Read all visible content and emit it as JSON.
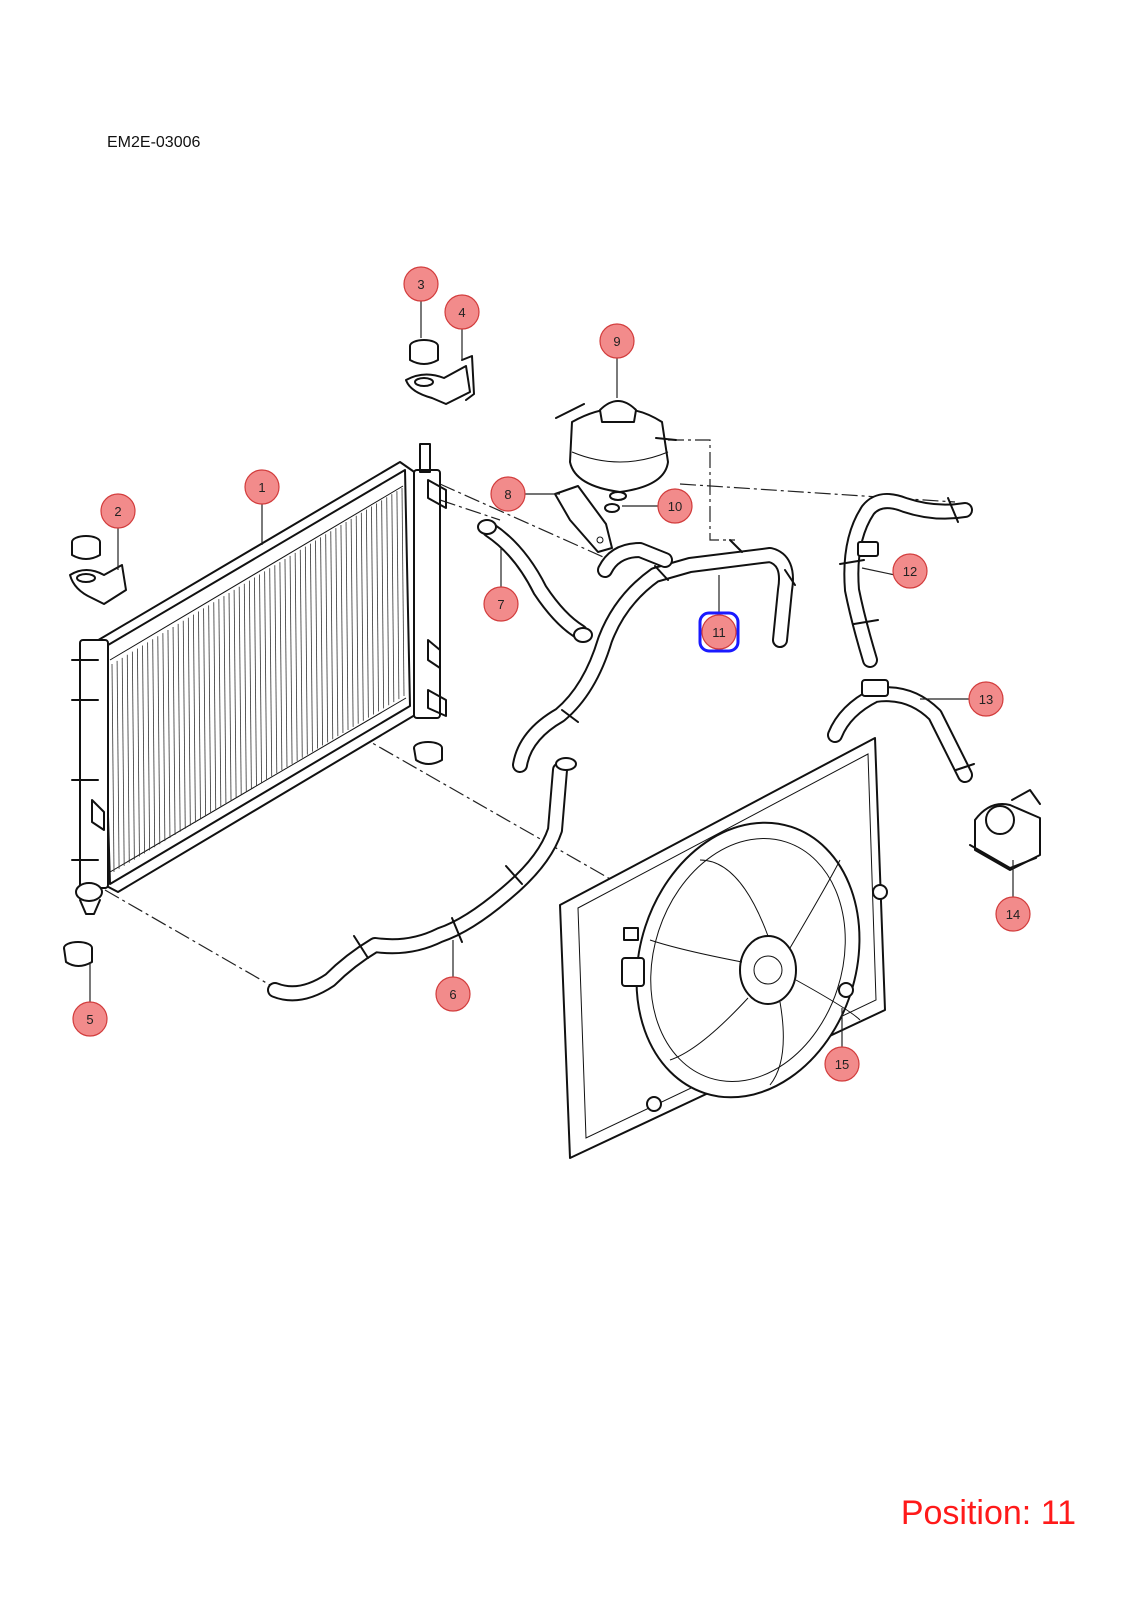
{
  "diagram_code": "EM2E-03006",
  "position_label": "Position: 11",
  "selected_position": "11",
  "colors": {
    "callout_fill": "#f28b8b",
    "callout_stroke": "#d23c3c",
    "selected_outline": "#1a1aff",
    "position_text": "#ff1a1a"
  },
  "callouts": [
    {
      "id": "1",
      "label": "1"
    },
    {
      "id": "2",
      "label": "2"
    },
    {
      "id": "3",
      "label": "3"
    },
    {
      "id": "4",
      "label": "4"
    },
    {
      "id": "5",
      "label": "5"
    },
    {
      "id": "6",
      "label": "6"
    },
    {
      "id": "7",
      "label": "7"
    },
    {
      "id": "8",
      "label": "8"
    },
    {
      "id": "9",
      "label": "9"
    },
    {
      "id": "10",
      "label": "10"
    },
    {
      "id": "11",
      "label": "11"
    },
    {
      "id": "12",
      "label": "12"
    },
    {
      "id": "13",
      "label": "13"
    },
    {
      "id": "14",
      "label": "14"
    },
    {
      "id": "15",
      "label": "15"
    }
  ]
}
